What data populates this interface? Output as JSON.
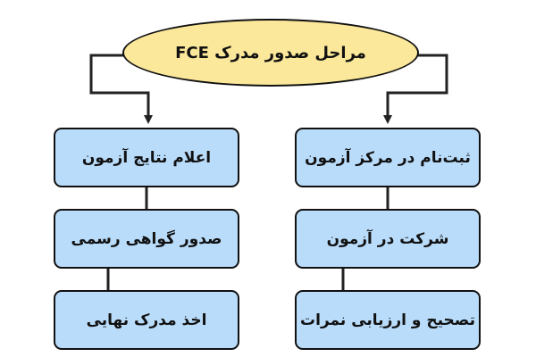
{
  "title": "مراحل صدور مدرک FCE",
  "colors": {
    "ellipse_fill": "#fbe89a",
    "box_fill": "#b9dcfa",
    "outline": "#111111"
  },
  "left_column": [
    {
      "label": "اعلام نتایج آزمون"
    },
    {
      "label": "صدور گواهی رسمی"
    },
    {
      "label": "اخذ مدرک نهایی"
    }
  ],
  "right_column": [
    {
      "label": "ثبت‌نام در مرکز آزمون"
    },
    {
      "label": "شرکت در آزمون"
    },
    {
      "label": "تصحیح و ارزیابی نمرات"
    }
  ]
}
